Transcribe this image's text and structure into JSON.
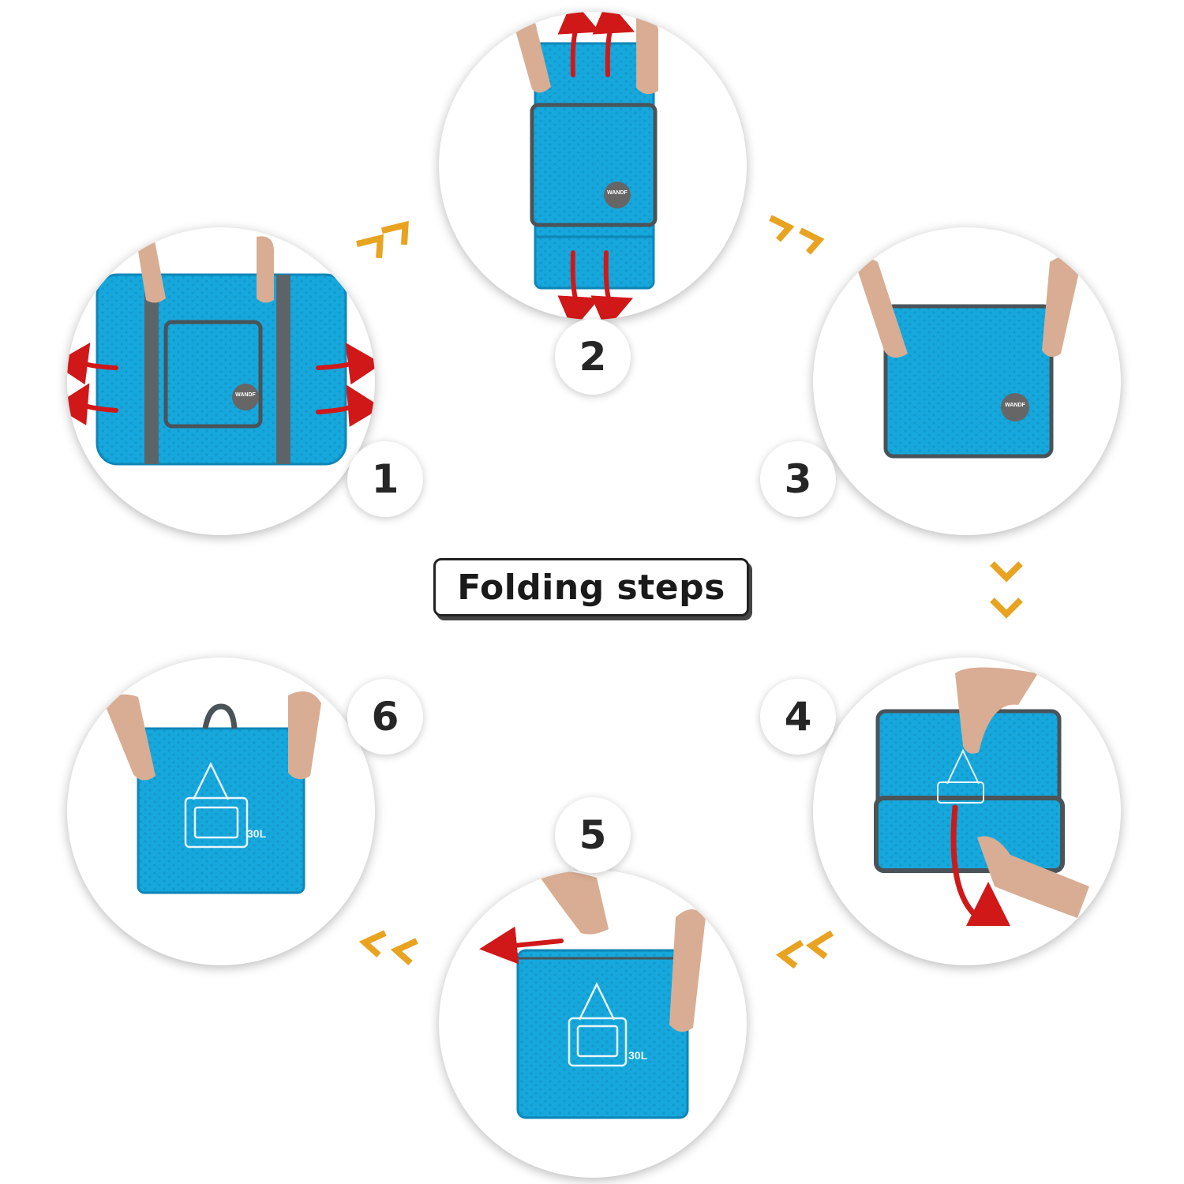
{
  "title": "Folding steps",
  "steps": [
    {
      "number": "1",
      "brand": "WANDF",
      "arrows": "side-curl-red"
    },
    {
      "number": "2",
      "brand": "WANDF",
      "arrows": "vertical-curl-red"
    },
    {
      "number": "3",
      "brand": "WANDF",
      "arrows": "none"
    },
    {
      "number": "4",
      "arrows": "down-fold-red"
    },
    {
      "number": "5",
      "capacity": "30L",
      "arrows": "left-pull-red"
    },
    {
      "number": "6",
      "capacity": "30L",
      "arrows": "none"
    }
  ],
  "colors": {
    "bag": "#16a8dd",
    "bag_dark": "#0f86b8",
    "strap": "#5c6468",
    "arrow_red": "#d01818",
    "chevron_orange": "#e8a321",
    "skin": "#d8ad93",
    "badge_text": "#262626"
  },
  "icons": [
    "red-curl-arrow-icon",
    "orange-chevron-icon",
    "bag-outline-icon",
    "brand-logo-icon"
  ]
}
